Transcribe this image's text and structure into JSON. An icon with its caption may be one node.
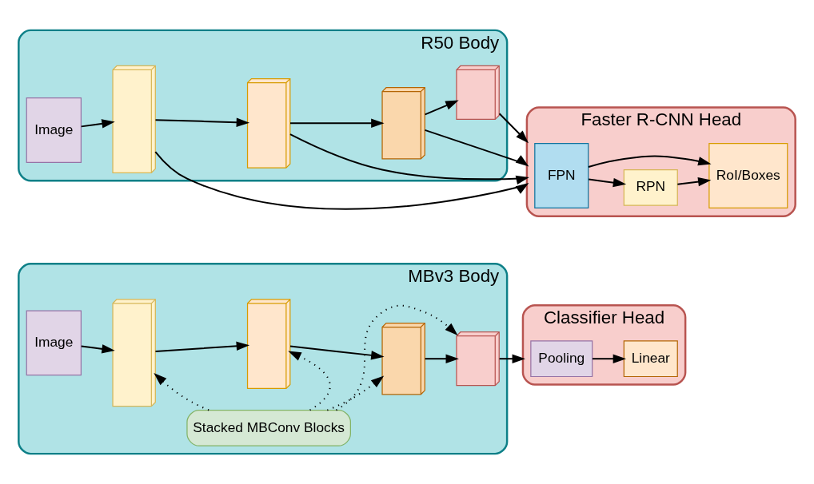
{
  "diagram": {
    "nodes": [
      {
        "text": [
          "MBv3 Body"
        ]
      },
      {
        "text": [
          "Image"
        ],
        "in": 0
      },
      {
        "text": [],
        "shape": "box",
        "in": 0
      },
      {
        "text": [],
        "shape": "box",
        "in": 0
      },
      {
        "text": [],
        "shape": "box",
        "in": 0
      },
      {
        "text": [],
        "shape": "box",
        "in": 0
      },
      {
        "text": [
          "Stacked MBConv Blocks"
        ],
        "in": 0
      },
      {
        "text": [
          "Classifier Head"
        ]
      },
      {
        "text": [
          "Pooling"
        ],
        "in": 7
      },
      {
        "text": [
          "Linear"
        ],
        "in": 7
      },
      {
        "text": [
          "R50 Body"
        ]
      },
      {
        "text": [
          "Image"
        ],
        "in": 10
      },
      {
        "text": [],
        "shape": "box",
        "in": 10
      },
      {
        "text": [],
        "shape": "box",
        "in": 10
      },
      {
        "text": [],
        "shape": "box",
        "in": 10
      },
      {
        "text": [],
        "shape": "box",
        "in": 10
      },
      {
        "text": [
          "Faster R-CNN Head"
        ]
      },
      {
        "text": [
          "FPN"
        ],
        "in": 16
      },
      {
        "text": [
          "RPN"
        ],
        "in": 16
      },
      {
        "text": [
          "RoI/Boxes"
        ],
        "in": 16
      }
    ],
    "edges": [
      {
        "from": 1,
        "to": 2,
        "arrow": "to"
      },
      {
        "from": 2,
        "to": 3,
        "arrow": "to"
      },
      {
        "from": 3,
        "to": 4,
        "arrow": "to"
      },
      {
        "from": 4,
        "to": 5,
        "arrow": "to"
      },
      {
        "from": 6,
        "to": 2,
        "arrow": "to",
        "style": "dashed"
      },
      {
        "from": 6,
        "to": 3,
        "arrow": "to",
        "style": "dashed"
      },
      {
        "from": 6,
        "to": 4,
        "arrow": "to",
        "style": "dashed"
      },
      {
        "from": 6,
        "to": 5,
        "arrow": "to",
        "style": "dashed"
      },
      {
        "from": 5,
        "to": 7,
        "arrow": "to"
      },
      {
        "from": 8,
        "to": 9,
        "arrow": "to"
      },
      {
        "from": 11,
        "to": 12,
        "arrow": "to"
      },
      {
        "from": 12,
        "to": 13,
        "arrow": "to"
      },
      {
        "from": 13,
        "to": 14,
        "arrow": "to"
      },
      {
        "from": 14,
        "to": 15,
        "arrow": "to"
      },
      {
        "from": 12,
        "to": 16,
        "arrow": "to"
      },
      {
        "from": 13,
        "to": 16,
        "arrow": "to"
      },
      {
        "from": 14,
        "to": 16,
        "arrow": "to"
      },
      {
        "from": 15,
        "to": 16,
        "arrow": "to"
      },
      {
        "from": 17,
        "to": 19,
        "arrow": "to"
      },
      {
        "from": 17,
        "to": 18,
        "arrow": "to"
      },
      {
        "from": 18,
        "to": 19,
        "arrow": "to"
      }
    ]
  }
}
